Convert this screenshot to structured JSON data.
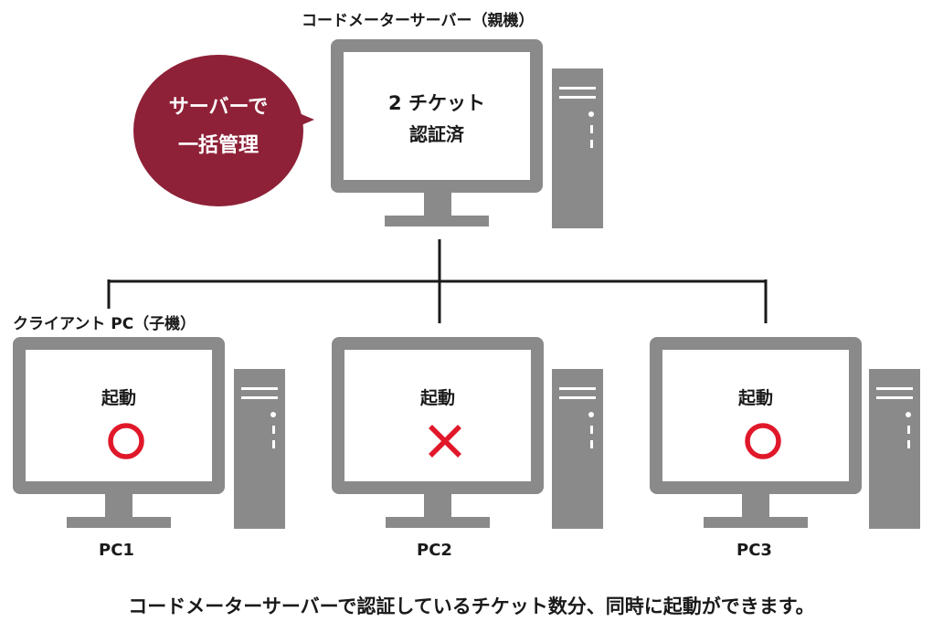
{
  "server": {
    "title": "コードメーターサーバー（親機）",
    "screen_line1": "2 チケット",
    "screen_line2": "認証済"
  },
  "bubble": {
    "line1": "サーバーで",
    "line2": "一括管理"
  },
  "client_group_label": "クライアント PC（子機）",
  "clients": [
    {
      "screen_label": "起動",
      "status": "ok",
      "status_icon": "circle-icon",
      "name": "PC1"
    },
    {
      "screen_label": "起動",
      "status": "ng",
      "status_icon": "cross-icon",
      "name": "PC2"
    },
    {
      "screen_label": "起動",
      "status": "ok",
      "status_icon": "circle-icon",
      "name": "PC3"
    }
  ],
  "footer_caption": "コードメーターサーバーで認証しているチケット数分、同時に起動ができます。",
  "colors": {
    "device_gray": "#8a8a8a",
    "bubble": "#8e2137",
    "status_red": "#e0182a",
    "line": "#1a1a1a"
  }
}
